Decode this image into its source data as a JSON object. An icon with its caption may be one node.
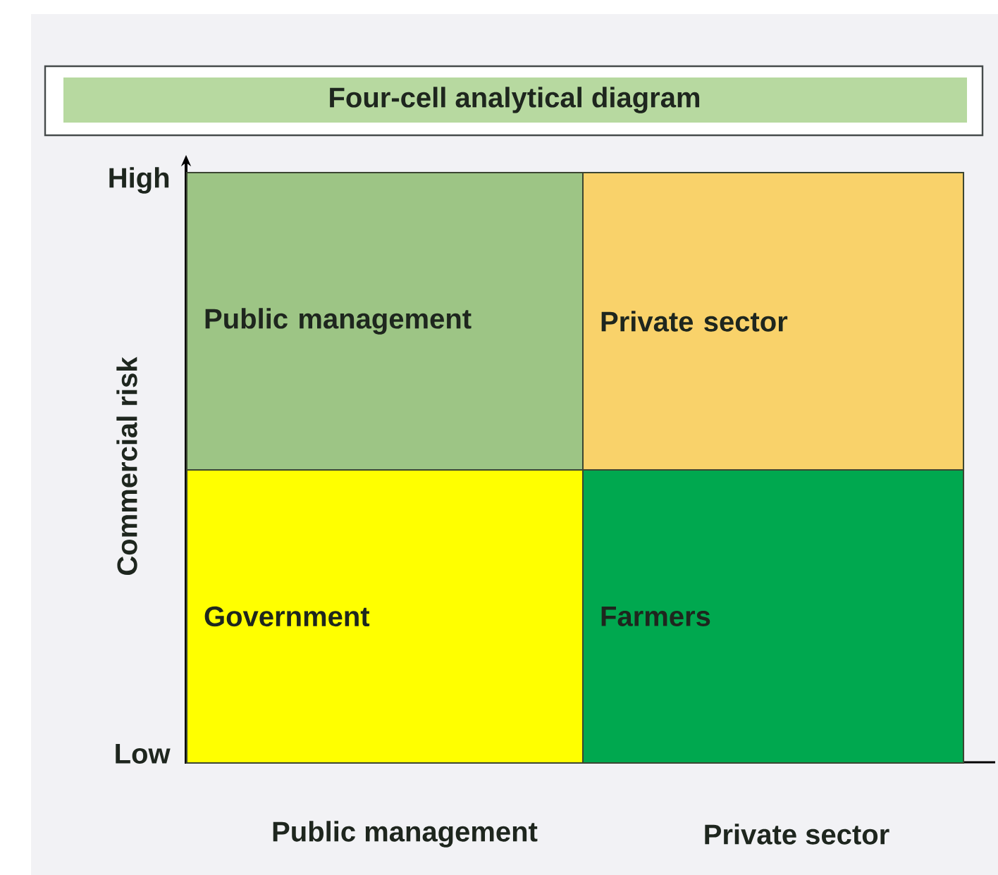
{
  "diagram": {
    "title": "Four-cell analytical diagram",
    "nodes": [
      {
        "text": [
          "Public management"
        ]
      },
      {
        "text": [
          "Private sector"
        ]
      },
      {
        "text": [
          "Government"
        ]
      },
      {
        "text": [
          "Farmers"
        ]
      }
    ],
    "labels": [
      "High",
      "Commercial risk",
      "Low",
      "Public management",
      "Private sector"
    ]
  }
}
